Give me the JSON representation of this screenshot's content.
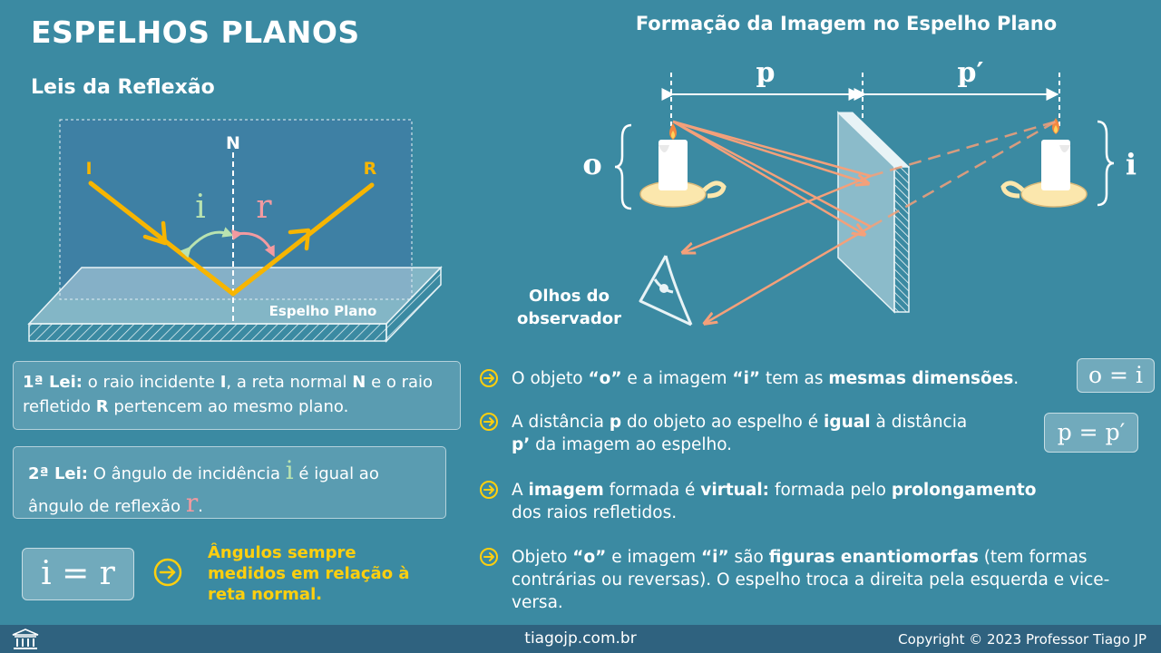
{
  "header": {
    "title": "ESPELHOS PLANOS",
    "subtitle": "Leis da Reflexão",
    "right_title": "Formação da Imagem no Espelho Plano"
  },
  "reflection_diagram": {
    "normal_label": "N",
    "incident_label": "I",
    "reflected_label": "R",
    "angle_i": "i",
    "angle_r": "r",
    "mirror_label": "Espelho Plano"
  },
  "laws": {
    "law1": {
      "title": "1ª Lei:",
      "t1": " o raio incidente ",
      "I": "I",
      "t2": ", a reta normal ",
      "N": "N",
      "t3": " e o raio refletido ",
      "R": "R",
      "t4": " pertencem ao mesmo plano."
    },
    "law2": {
      "title": "2ª Lei:",
      "t1": " O ângulo de incidência ",
      "i": "i",
      "t2": " é igual ao ângulo de reflexão ",
      "r": "r",
      "t3": "."
    }
  },
  "equation_main": "i = r",
  "note": "Ângulos sempre medidos em relação à reta normal.",
  "image_diagram": {
    "p_label": "p",
    "p_prime_label": "p′",
    "object_label": "o",
    "image_label": "i",
    "observer_label": "Olhos do observador"
  },
  "bullets": {
    "b1": {
      "t1": "O objeto ",
      "o": "“o”",
      "t2": " e a imagem ",
      "i": "“i”",
      "t3": " tem as ",
      "bold": "mesmas dimensões",
      "t4": "."
    },
    "b2": {
      "t1": "A distância ",
      "p": "p",
      "t2": " do objeto ao espelho é ",
      "bold": "igual",
      "t3": " à distância ",
      "pp": "p’",
      "t4": " da imagem ao espelho."
    },
    "b3": {
      "t1": "A ",
      "img": "imagem",
      "t2": " formada é ",
      "virt": "virtual:",
      "t3": " formada pelo ",
      "prol": "prolongamento",
      "t4": " dos raios refletidos."
    },
    "b4": {
      "t1": "Objeto ",
      "o": "“o”",
      "t2": " e imagem ",
      "i": "“i”",
      "t3": " são ",
      "bold": "figuras enantiomorfas",
      "t4": " (tem formas contrárias ou reversas). O espelho troca a direita pela esquerda e vice-versa."
    }
  },
  "eq_o": "o = i",
  "eq_p": "p = p′",
  "footer": {
    "site": "tiagojp.com.br",
    "copyright": "Copyright © 2023 Professor Tiago JP"
  },
  "colors": {
    "background": "#3b8aa2",
    "footer": "#2f627f",
    "ray_yellow": "#f7b500",
    "ray_orange": "#f4a07a",
    "angle_green": "#b9e3b0",
    "angle_pink": "#f39aa0",
    "note_yellow": "#ffcf0e"
  },
  "icons": [
    "temple-icon",
    "arrow-circle-icon",
    "eye-icon",
    "candle-icon"
  ]
}
